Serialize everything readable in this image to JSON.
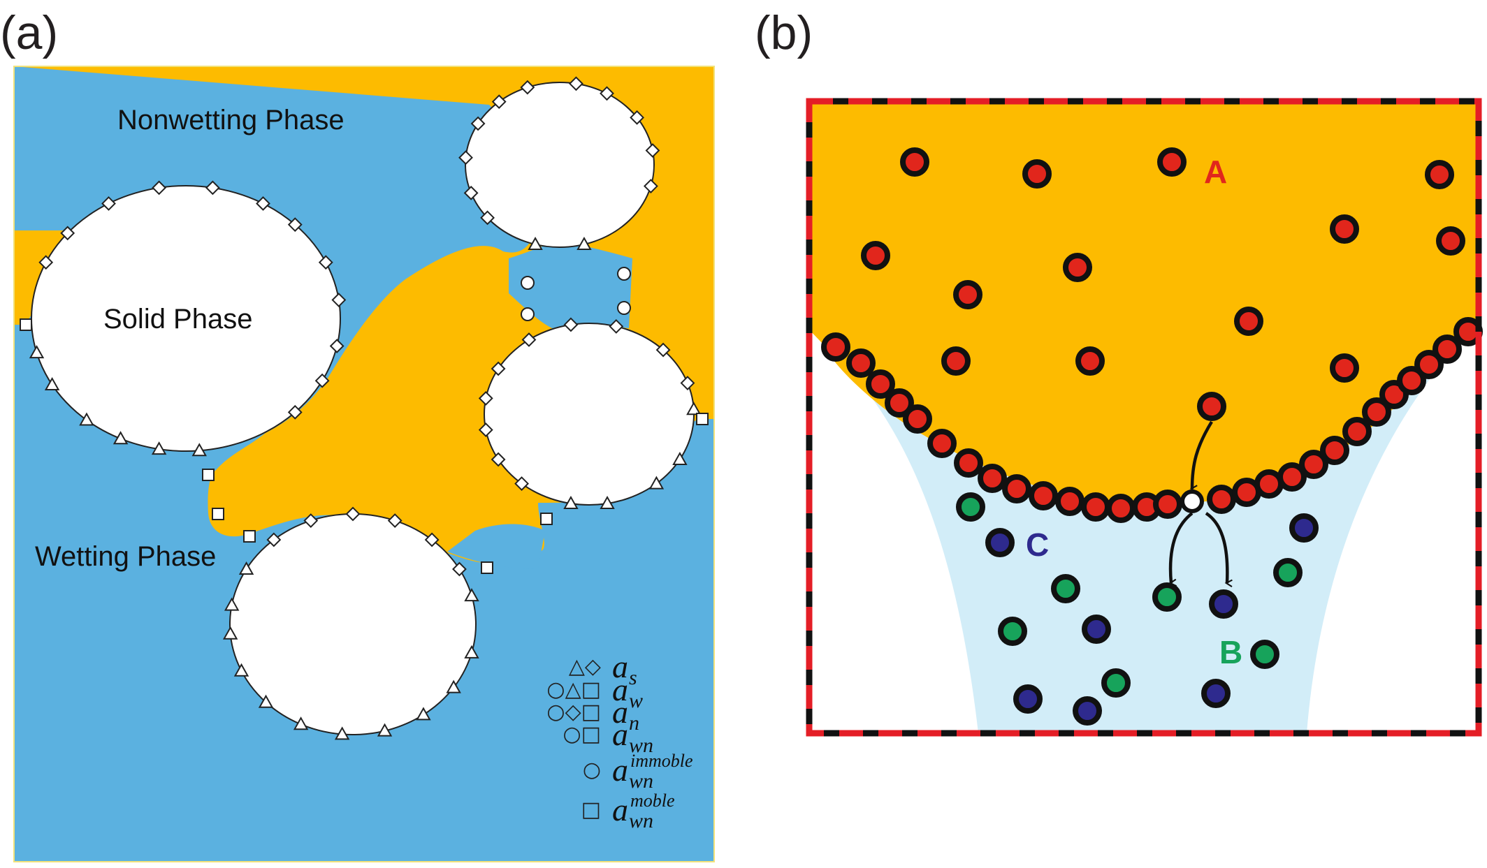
{
  "colors": {
    "nonwetting": "#FDBB00",
    "wetting": "#5BB1E0",
    "wetting_light": "#D2EDF8",
    "particle_a": "#E1261C",
    "particle_b": "#17A35B",
    "particle_c": "#2E2A8E",
    "label_a": "#E1261C",
    "label_b": "#17A35B",
    "label_c": "#2E2A8E",
    "frame_red": "#E41E26"
  },
  "panel_a": {
    "label": "(a)",
    "nonwetting_label": "Nonwetting Phase",
    "solid_label": "Solid Phase",
    "wetting_label": "Wetting Phase",
    "legend": [
      {
        "symbols": "△◇",
        "var": "a",
        "sub": "s",
        "sup": ""
      },
      {
        "symbols": "○△□",
        "var": "a",
        "sub": "w",
        "sup": ""
      },
      {
        "symbols": "○◇□",
        "var": "a",
        "sub": "n",
        "sup": ""
      },
      {
        "symbols": "○□",
        "var": "a",
        "sub": "wn",
        "sup": ""
      },
      {
        "symbols": "○",
        "var": "a",
        "sub": "wn",
        "sup": "immoble"
      },
      {
        "symbols": "□",
        "var": "a",
        "sub": "wn",
        "sup": "moble"
      }
    ]
  },
  "panel_b": {
    "label": "(b)",
    "label_A": "A",
    "label_B": "B",
    "label_C": "C"
  }
}
